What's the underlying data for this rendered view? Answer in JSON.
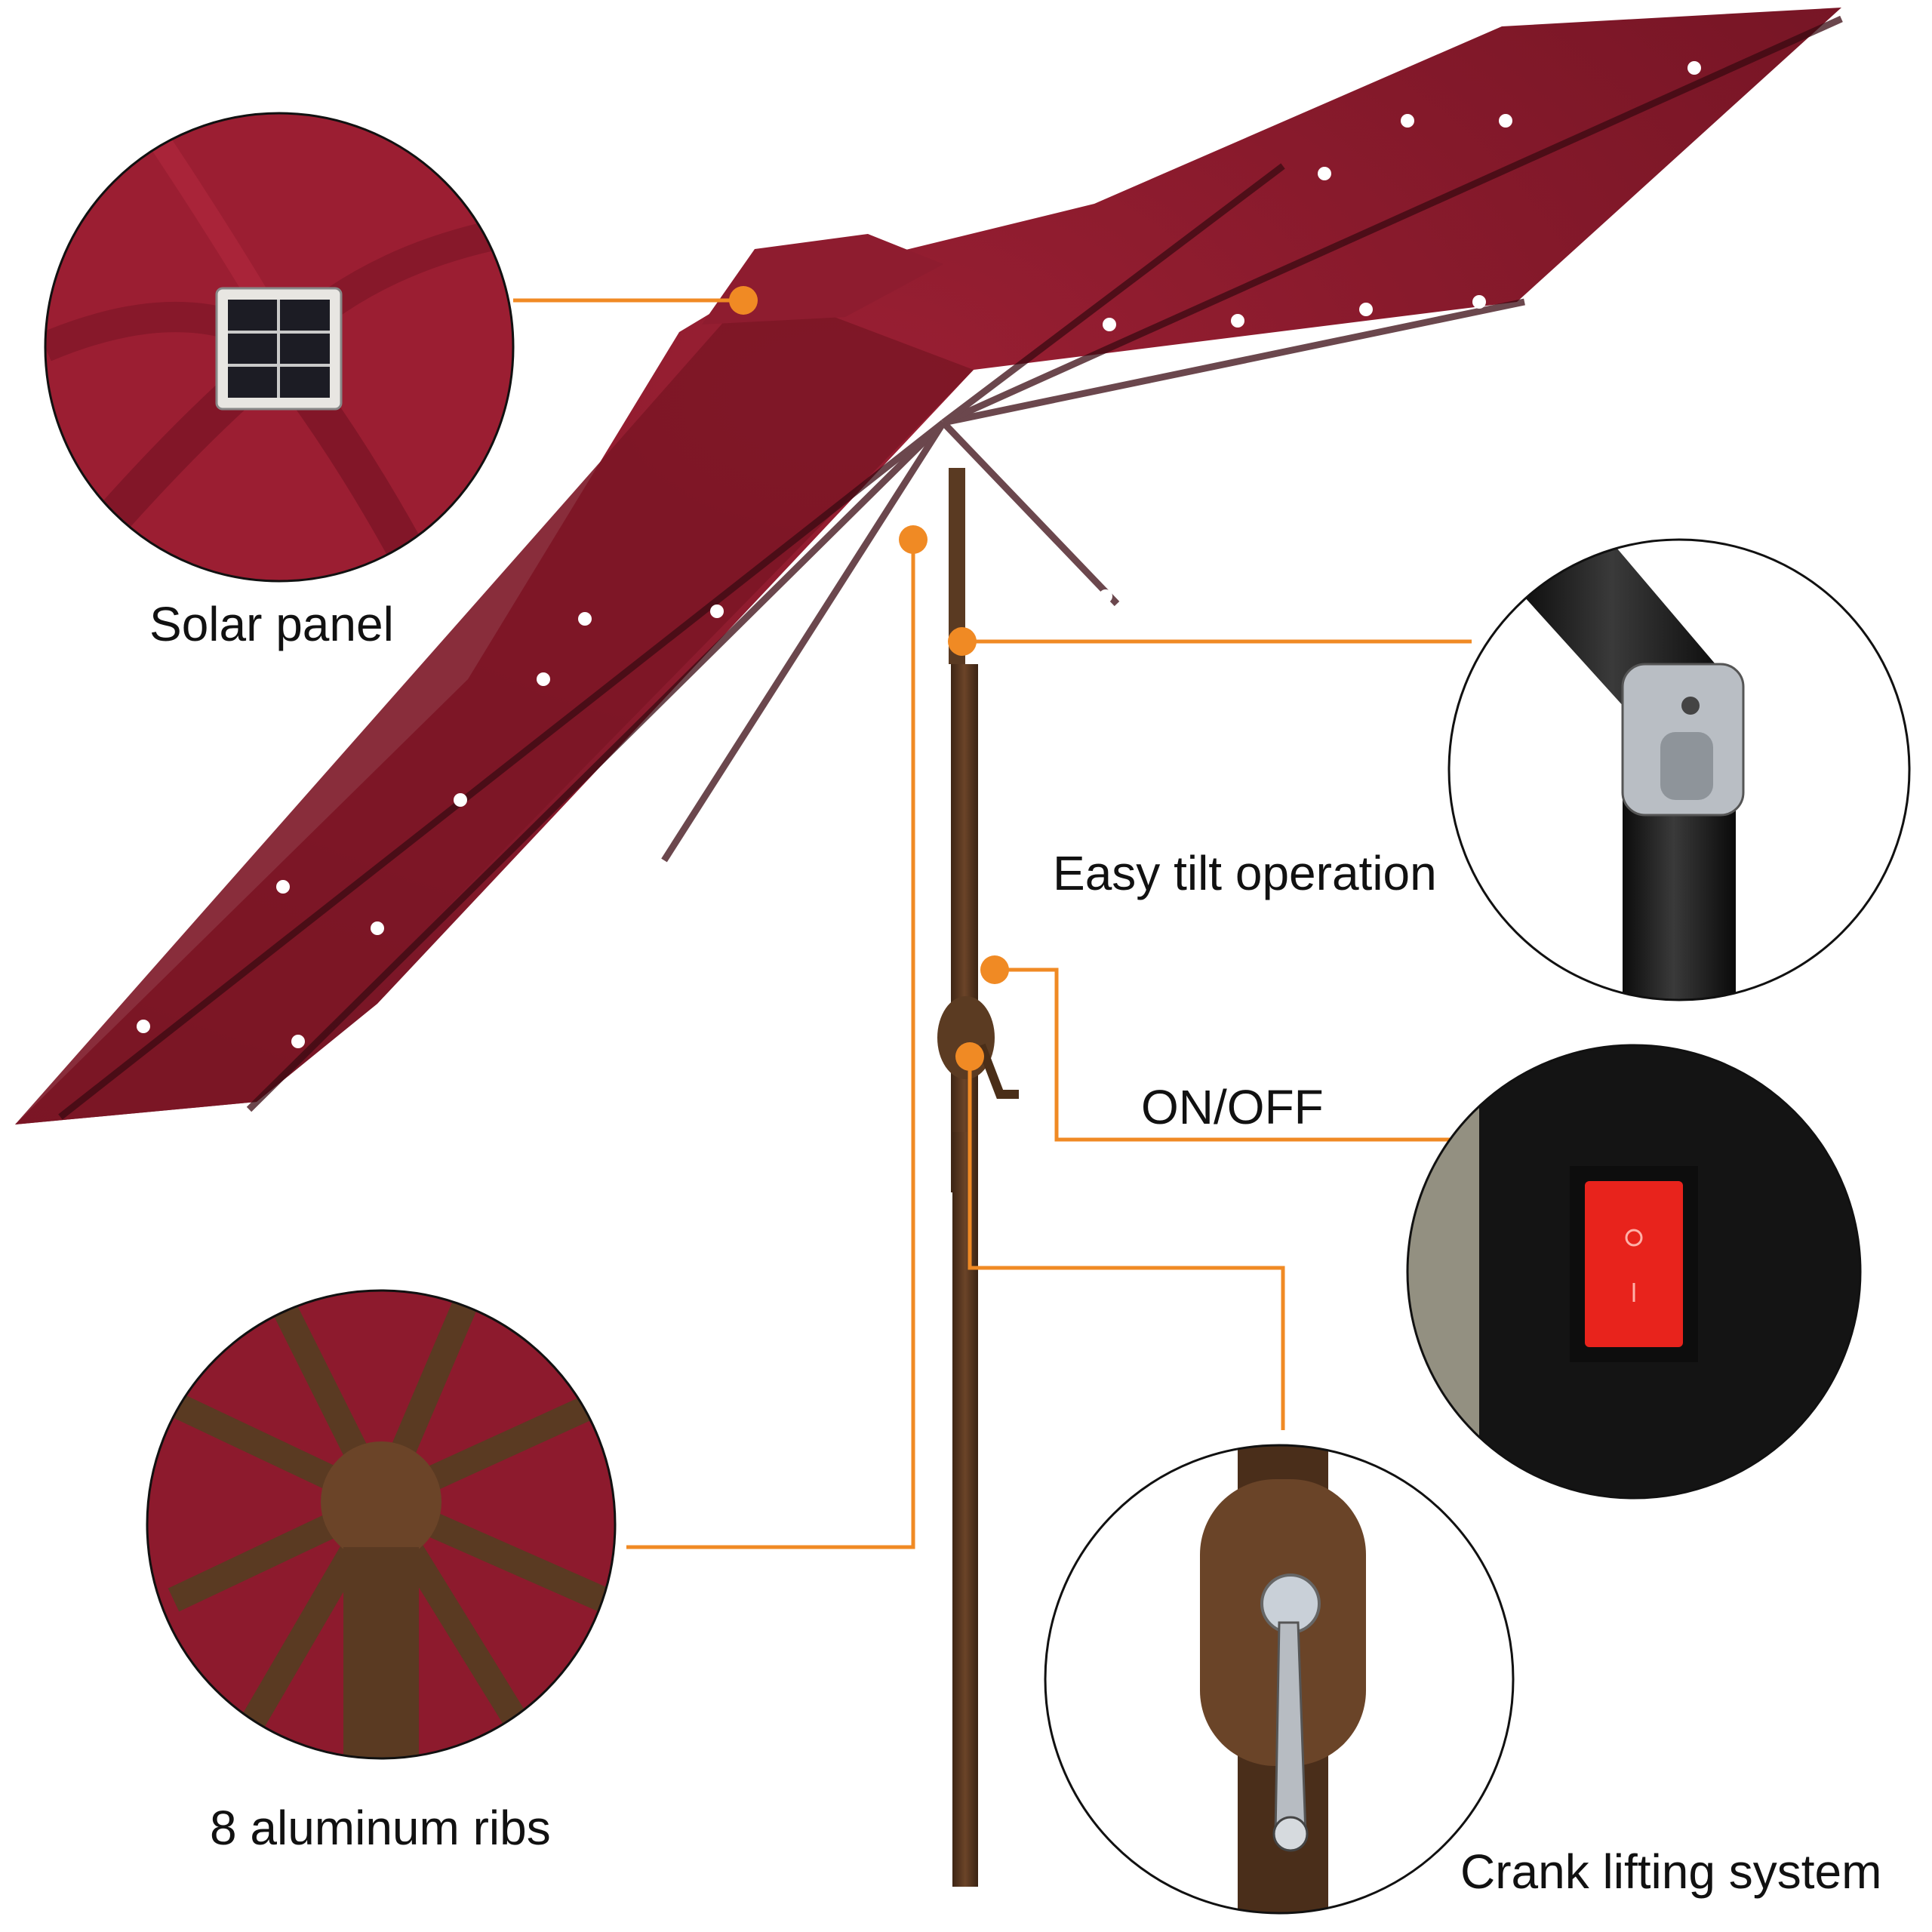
{
  "labels": {
    "solar_panel": "Solar panel",
    "easy_tilt": "Easy tilt operation",
    "on_off": "ON/OFF",
    "ribs": "8 aluminum ribs",
    "crank": "Crank lifting system"
  },
  "colors": {
    "canopy": "#8a1a2c",
    "canopy_dark": "#5e0f1c",
    "pole": "#5a3a22",
    "callout": "#f08a24",
    "switch": "#e8231c"
  }
}
